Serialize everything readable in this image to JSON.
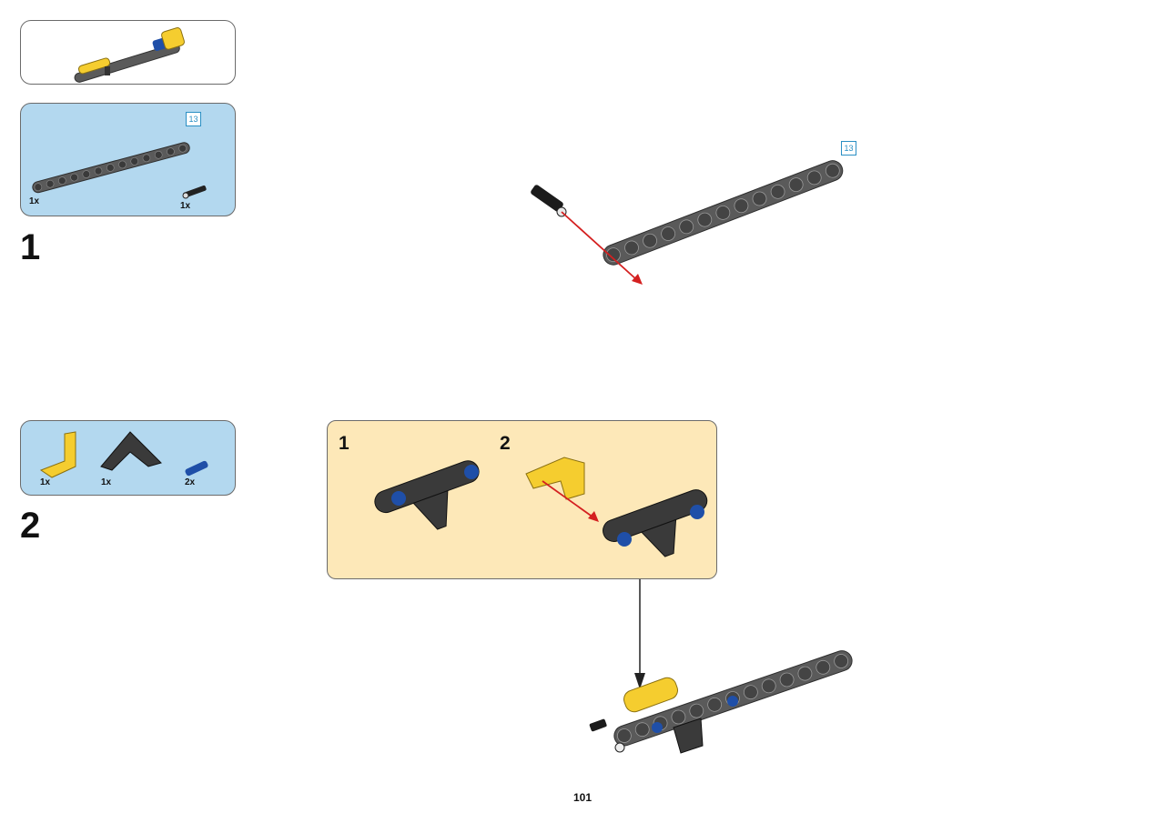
{
  "preview": {},
  "step1": {
    "number": "1",
    "parts": [
      {
        "qty": "1x",
        "length_label": "13"
      },
      {
        "qty": "1x"
      }
    ],
    "assembly_length_label": "13"
  },
  "step2": {
    "number": "2",
    "parts": [
      {
        "qty": "1x"
      },
      {
        "qty": "1x"
      },
      {
        "qty": "2x"
      }
    ],
    "substeps": [
      "1",
      "2"
    ]
  },
  "page_number": "101",
  "colors": {
    "parts_background": "#b3d8ef",
    "substep_background": "#fde8b8",
    "beam_gray": "#5a5a5a",
    "lego_yellow": "#f5cd2f",
    "lego_blue": "#1f4fa8",
    "arrow_red": "#d42020"
  }
}
